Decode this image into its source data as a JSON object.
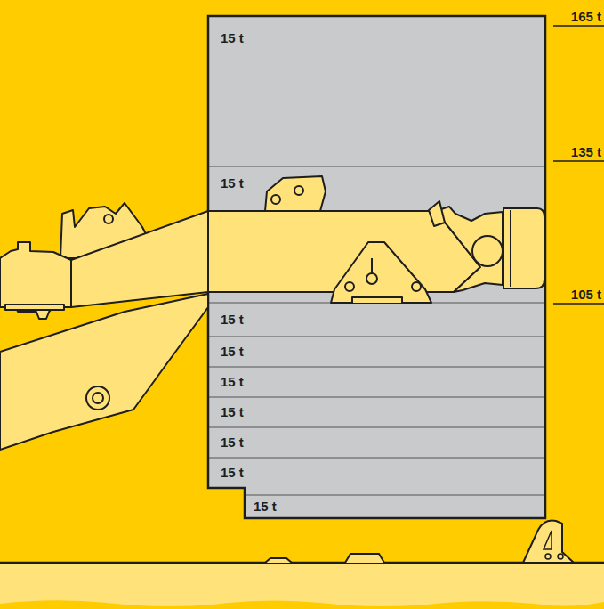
{
  "diagram": {
    "nodes": [
      {
        "text": [
          "15 t"
        ]
      },
      {
        "text": [
          "15 t"
        ]
      },
      {
        "text": [
          "15 t"
        ]
      },
      {
        "text": [
          "15 t"
        ]
      },
      {
        "text": [
          "15 t"
        ]
      },
      {
        "text": [
          "15 t"
        ]
      },
      {
        "text": [
          "15 t"
        ]
      },
      {
        "text": [
          "15 t"
        ]
      },
      {
        "text": [
          "15 t"
        ]
      }
    ],
    "labels": [
      "165 t",
      "135 t",
      "105 t"
    ]
  }
}
